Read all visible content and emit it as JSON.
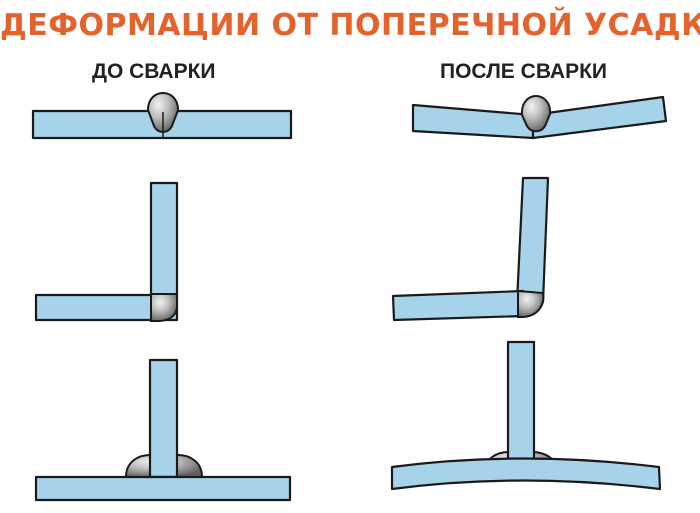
{
  "title": "ДЕФОРМАЦИИ ОТ ПОПЕРЕЧНОЙ УСАДКИ",
  "columns": {
    "before": "ДО СВАРКИ",
    "after": "ПОСЛЕ СВАРКИ"
  },
  "colors": {
    "title": "#e4622c",
    "plate": "#a6d3ea",
    "weld_light": "#e8e8e8",
    "weld_dark": "#6b6b6b",
    "outline": "#1a1a1a"
  },
  "icons": {
    "butt_before": "butt-joint-flat-icon",
    "butt_after": "butt-joint-angled-icon",
    "corner_before": "corner-joint-square-icon",
    "corner_after": "corner-joint-distorted-icon",
    "tee_before": "tee-joint-flat-icon",
    "tee_after": "tee-joint-bowed-icon"
  }
}
